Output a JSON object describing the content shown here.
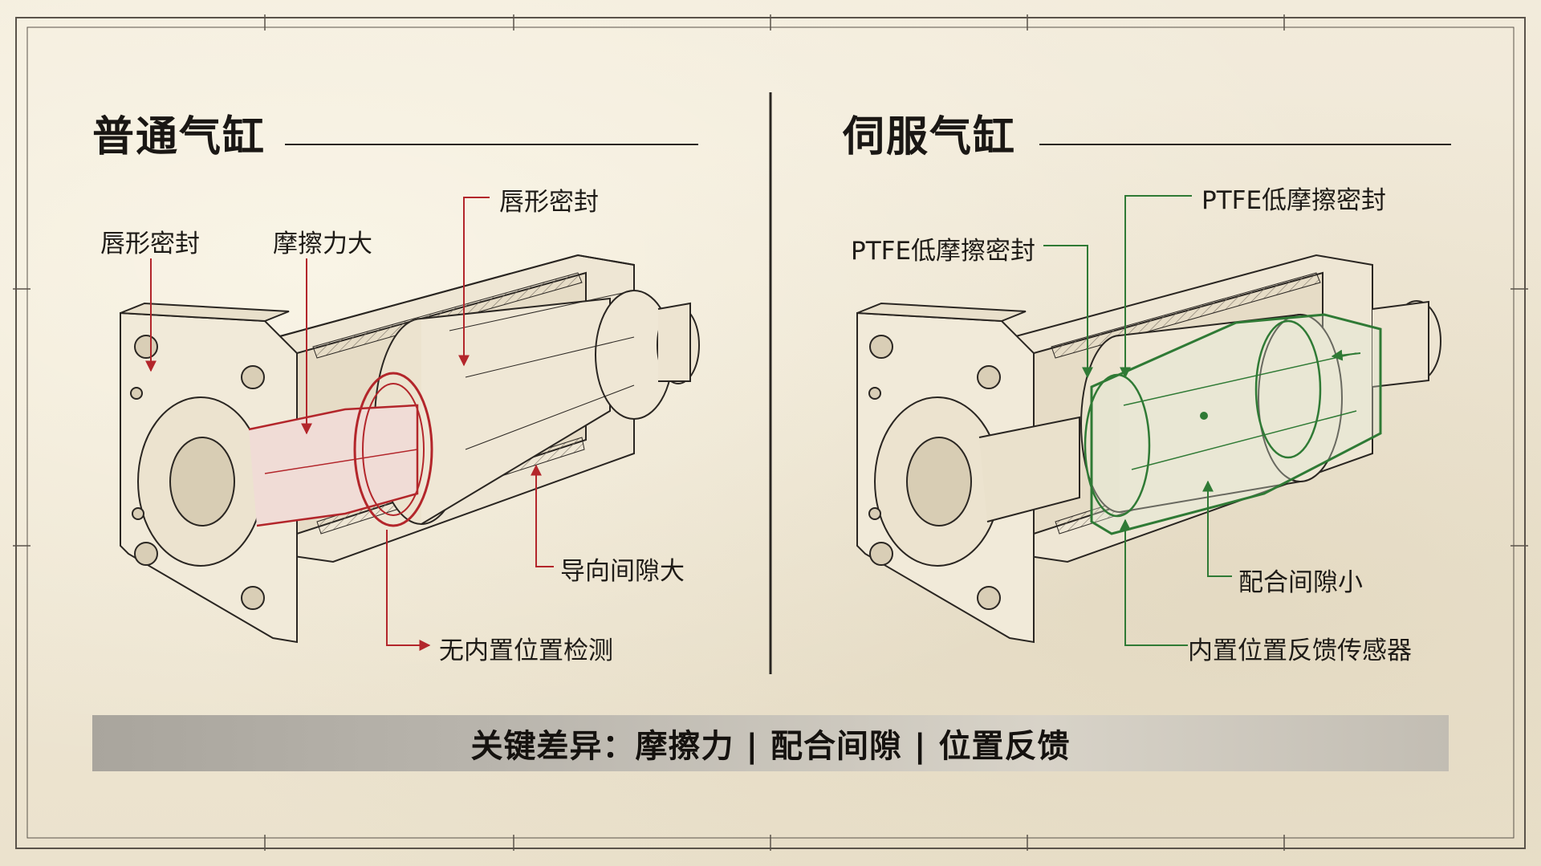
{
  "left": {
    "title": "普通气缸",
    "labels": {
      "lip_seal_left": "唇形密封",
      "friction": "摩擦力大",
      "lip_seal_top": "唇形密封",
      "guide_gap": "导向间隙大",
      "no_sensor": "无内置位置检测"
    }
  },
  "right": {
    "title": "伺服气缸",
    "labels": {
      "ptfe_seal_top": "PTFE低摩擦密封",
      "ptfe_seal_left": "PTFE低摩擦密封",
      "fit_gap": "配合间隙小",
      "sensor": "内置位置反馈传感器"
    }
  },
  "banner": {
    "text": "关键差异：摩擦力 | 配合间隙 | 位置反馈"
  },
  "colors": {
    "left_accent": "#b3262b",
    "right_accent": "#2f7a35",
    "ink": "#2a2622"
  }
}
